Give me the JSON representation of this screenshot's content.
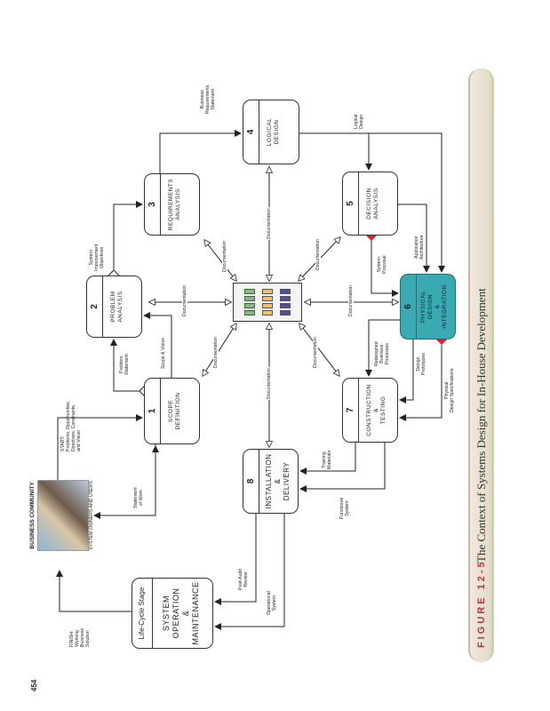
{
  "page_number": "454",
  "business_community": {
    "title": "BUSINESS COMMUNITY",
    "subtitle": "SYSTEM OWNERS AND USERS"
  },
  "phases": [
    {
      "number": "1",
      "name": "SCOPE\nDEFINITION"
    },
    {
      "number": "2",
      "name": "PROBLEM\nANALYSIS"
    },
    {
      "number": "3",
      "name": "REQUIREMENTS\nANALYSIS"
    },
    {
      "number": "4",
      "name": "LOGICAL\nDESIGN"
    },
    {
      "number": "5",
      "name": "DECISION\nANALYSIS"
    },
    {
      "number": "6",
      "name": "PHYSICAL\nDESIGN\n&\nINTEGRATION"
    },
    {
      "number": "7",
      "name": "CONSTRUCTION\n&\nTESTING"
    },
    {
      "number": "8",
      "name": "INSTALLATION\n&\nDELIVERY"
    }
  ],
  "lifecycle": {
    "header": "Life-Cycle Stage",
    "name": "SYSTEM\nOPERATION\n&\nMAINTENANCE"
  },
  "flows": {
    "start": "START:\nProblems, Opportunities,\nDirectives, Constraints,\nand Vision",
    "statement_of_work": "Statement\nof Work",
    "problem_statement": "Problem\nStatement",
    "scope_vision": "Scope & Vision",
    "improvement_objectives": "System\nImprovement\nObjectives",
    "business_requirements": "Business\nRequirements\nStatement",
    "logical_design": "Logical\nDesign",
    "application_architecture": "Application\nArchitecture",
    "system_proposal": "System\nProposal",
    "redesigned_processes": "Redesigned\nBusiness\nProcesses",
    "design_prototypes": "Design\nPrototypes",
    "physical_specs": "Physical\nDesign Specifications",
    "training_materials": "Training\nMaterials",
    "functional_system": "Functional\nSystem",
    "post_audit": "Post-Audit\nReview",
    "operational_system": "Operational\nSystem",
    "finish": "FINISH:\nWorking\nBusiness\nSolution",
    "documentation": "Documentation"
  },
  "caption": {
    "figure": "FIGURE 12-5",
    "text": "The Context of Systems Design for In-House Development"
  },
  "colors": {
    "teal": "#3aa9b1",
    "diamond_red": "#e0202a",
    "caption_red": "#b23a3a"
  }
}
